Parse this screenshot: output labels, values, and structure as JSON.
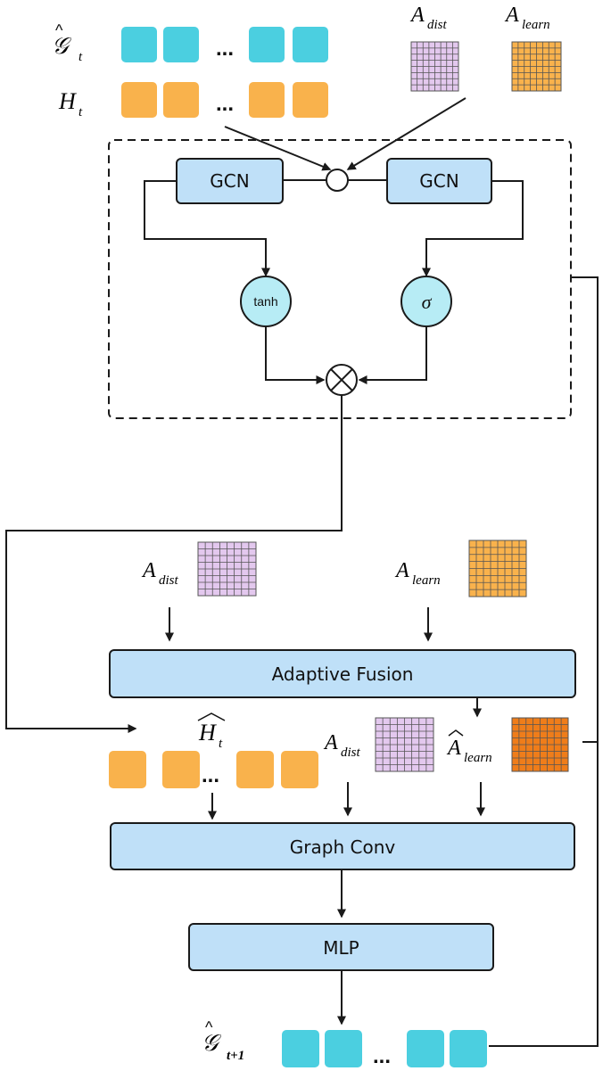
{
  "colors": {
    "teal_cell": "#4bcfe0",
    "orange_cell": "#f9b24c",
    "dark_orange_cell": "#ef7d1a",
    "grid_purple": "#e3c8ee",
    "grid_orange": "#f9b24c",
    "grid_dark_orange": "#ef7d1a",
    "box_blue": "#bfe0f8",
    "node_cyan": "#b7ecf5",
    "line": "#1a1a1a"
  },
  "inputs": {
    "g_label_base": "𝒢",
    "g_sub": "t",
    "h_label_base": "H",
    "h_sub": "t",
    "ellipsis": "..."
  },
  "top_matrices": {
    "a_dist_base": "A",
    "a_dist_sub": "dist",
    "a_learn_base": "A",
    "a_learn_sub": "learn"
  },
  "gate": {
    "gcn_left_label": "GCN",
    "gcn_right_label": "GCN",
    "tanh_label": "tanh",
    "sigma_label": "σ"
  },
  "fusion_section": {
    "a_dist_base": "A",
    "a_dist_sub": "dist",
    "a_learn_base": "A",
    "a_learn_sub": "learn",
    "adaptive_fusion_label": "Adaptive Fusion"
  },
  "graph_conv_section": {
    "h_hat_base": "H",
    "h_hat_sub": "t",
    "a_dist_base": "A",
    "a_dist_sub": "dist",
    "a_learn_hat_base": "A",
    "a_learn_hat_sub": "learn",
    "ellipsis": "...",
    "graph_conv_label": "Graph Conv"
  },
  "mlp_label": "MLP",
  "output": {
    "g_base": "𝒢",
    "g_sub": "t+1",
    "ellipsis": "..."
  }
}
